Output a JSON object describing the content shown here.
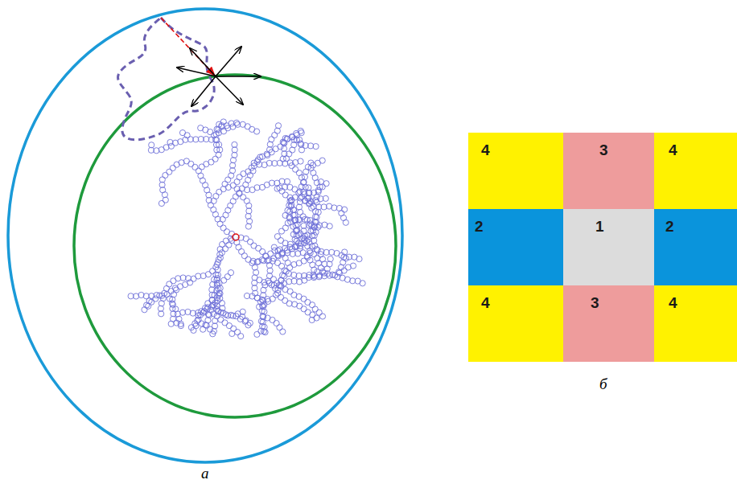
{
  "diagram": {
    "nodes": [
      {
        "text": [
          "4"
        ]
      },
      {
        "text": [
          "3"
        ]
      },
      {
        "text": [
          "4"
        ]
      },
      {
        "text": [
          "2"
        ]
      },
      {
        "text": [
          "1"
        ]
      },
      {
        "text": [
          "2"
        ]
      },
      {
        "text": [
          "4"
        ]
      },
      {
        "text": [
          "3"
        ]
      },
      {
        "text": [
          "4"
        ]
      }
    ],
    "labels": [
      "а",
      "б"
    ]
  }
}
